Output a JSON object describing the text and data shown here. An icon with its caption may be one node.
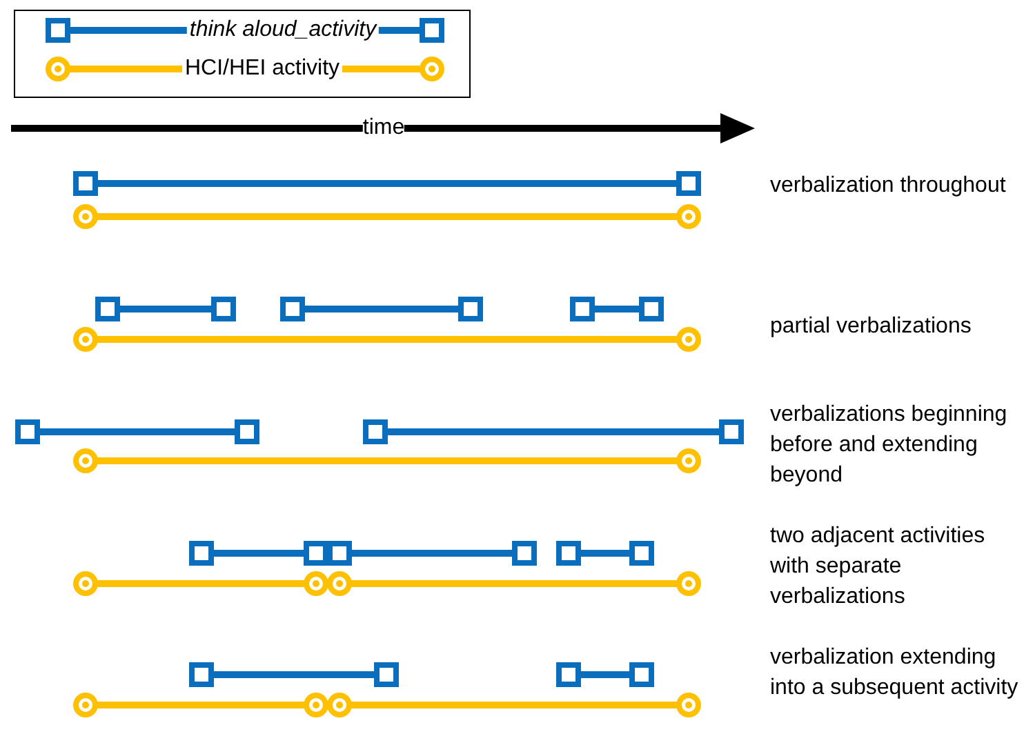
{
  "diagram": {
    "labels": [
      "time",
      "verbalization throughout",
      "partial verbalizations",
      "verbalizations beginning before and extending beyond",
      "two adjacent activities with separate verbalizations",
      "verbalization extending into a subsequent activity"
    ],
    "legend": [
      {
        "text": "think aloud_activity"
      },
      {
        "text": "HCI/HEI activity"
      }
    ]
  }
}
